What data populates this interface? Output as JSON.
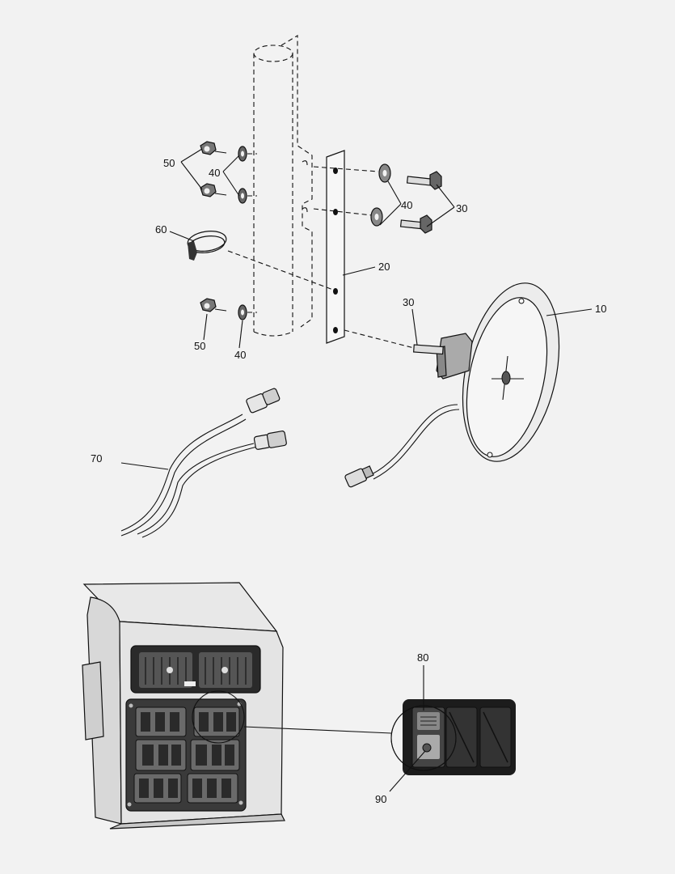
{
  "callouts": {
    "c10": "10",
    "c20": "20",
    "c30a": "30",
    "c30b": "30",
    "c40a": "40",
    "c40b": "40",
    "c40c": "40",
    "c50a": "50",
    "c50b": "50",
    "c60": "60",
    "c70": "70",
    "c80": "80",
    "c90": "90"
  },
  "colors": {
    "background": "#f2f2f2",
    "line": "#111111",
    "panel_dark": "#1c1c1c",
    "console_light": "#e4e4e4",
    "console_mid": "#c9c9c9"
  }
}
